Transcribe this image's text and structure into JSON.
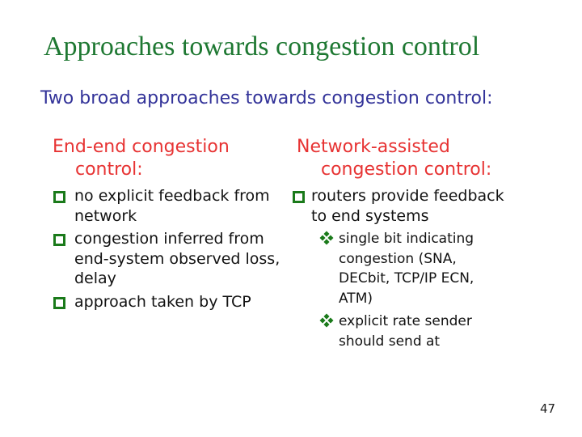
{
  "slide": {
    "title": "Approaches towards congestion control",
    "subtitle": "Two broad approaches towards congestion control:",
    "page_number": "47",
    "columns": [
      {
        "heading_lines": [
          "End-end congestion",
          "control:"
        ],
        "bullets": [
          {
            "icon": "square-bullet",
            "lines": [
              "no explicit feedback from",
              "network"
            ]
          },
          {
            "icon": "square-bullet",
            "lines": [
              "congestion inferred from",
              "end-system observed loss,",
              "delay"
            ]
          },
          {
            "icon": "square-bullet",
            "lines": [
              "approach taken by TCP"
            ]
          }
        ]
      },
      {
        "heading_lines": [
          "Network-assisted",
          "congestion control:"
        ],
        "bullets": [
          {
            "icon": "square-bullet",
            "lines": [
              "routers provide feedback",
              "to end systems"
            ]
          }
        ],
        "sub_bullets": [
          {
            "icon": "diamond-bullet",
            "lines": [
              "single bit indicating",
              "congestion (SNA,",
              "DECbit, TCP/IP ECN,",
              "ATM)"
            ]
          },
          {
            "icon": "diamond-bullet",
            "lines": [
              "explicit rate sender",
              "should send at"
            ]
          }
        ]
      }
    ]
  },
  "colors": {
    "background": "#ffffff",
    "title_green": "#1e7832",
    "subtitle_navy": "#333399",
    "heading_red": "#e73333",
    "bullet_green": "#1a7a1a",
    "body_text": "#121212"
  }
}
